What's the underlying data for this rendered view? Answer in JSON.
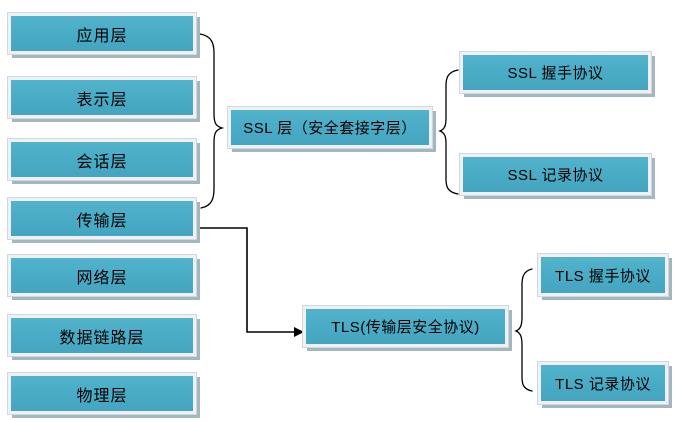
{
  "diagram_title": "OSI layers with SSL/TLS protocol mapping",
  "osi_layers": [
    "应用层",
    "表示层",
    "会话层",
    "传输层",
    "网络层",
    "数据链路层",
    "物理层"
  ],
  "ssl": {
    "main": "SSL 层（安全套接字层）",
    "handshake": "SSL 握手协议",
    "record": "SSL 记录协议"
  },
  "tls": {
    "main": "TLS(传输层安全协议)",
    "handshake": "TLS 握手协议",
    "record": "TLS 记录协议"
  },
  "colors": {
    "box_fill": "#4AACC6",
    "box_inner_border": "#EEF1F5",
    "box_shadow": "#A2B7BE",
    "connector": "#000000",
    "background": "#FFFFFF",
    "text": "#000000"
  }
}
